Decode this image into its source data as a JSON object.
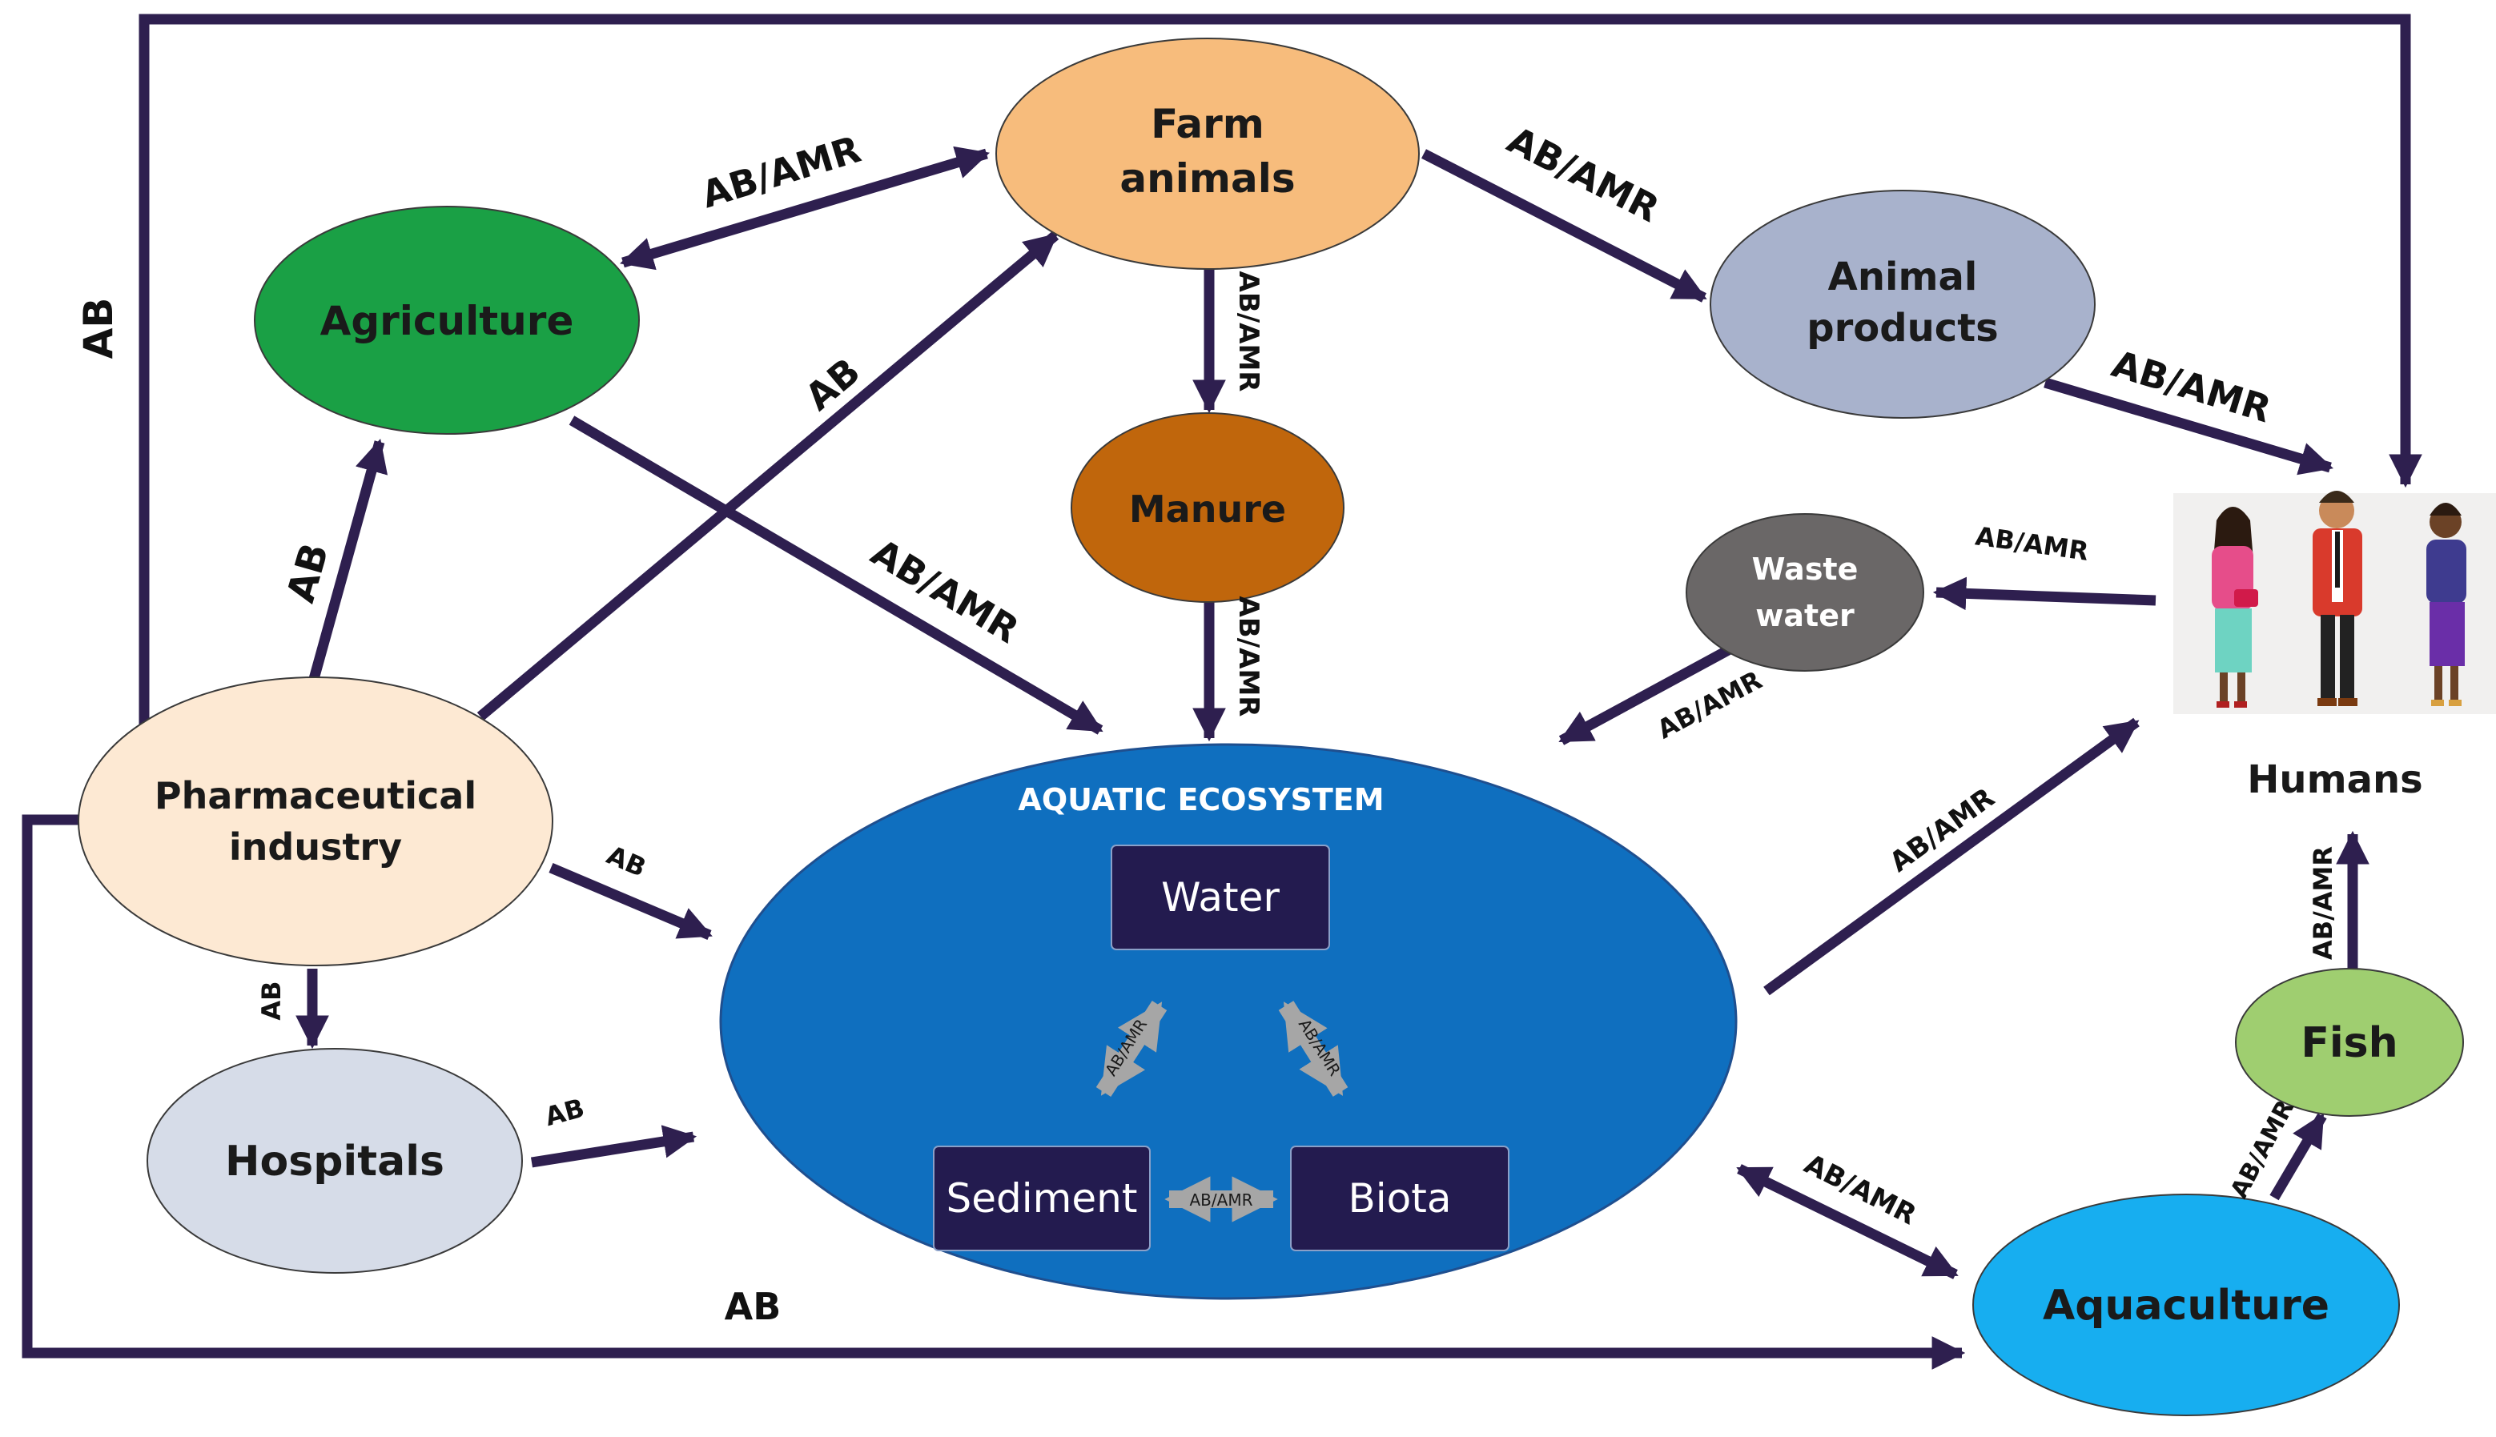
{
  "nodes": {
    "farm_animals": [
      "Farm",
      "animals"
    ],
    "agriculture": "Agriculture",
    "animal_products": [
      "Animal",
      "products"
    ],
    "manure": "Manure",
    "waste_water": [
      "Waste",
      "water"
    ],
    "humans": "Humans",
    "pharmaceutical": [
      "Pharmaceutical",
      "industry"
    ],
    "hospitals": "Hospitals",
    "fish": "Fish",
    "aquaculture": "Aquaculture",
    "aquatic_title": "AQUATIC ECOSYSTEM",
    "water": "Water",
    "sediment": "Sediment",
    "biota": "Biota"
  },
  "edges": {
    "top_loop": "AB",
    "agri_farm": "AB/AMR",
    "farm_products": "AB/AMR",
    "farm_manure": "AB/AMR",
    "manure_aquatic": "AB/AMR",
    "products_humans": "AB/AMR",
    "pharma_agri": "AB",
    "pharma_farm": "AB",
    "agri_aquatic": "AB/AMR",
    "humans_waste": "AB/AMR",
    "waste_aquatic": "AB/AMR",
    "aquatic_humans": "AB/AMR",
    "pharma_aquatic": "AB",
    "pharma_hospitals": "AB",
    "hospitals_aquatic": "AB",
    "bottom_loop": "AB",
    "aquatic_aquaculture": "AB/AMR",
    "aquaculture_fish": "AB/AMR",
    "fish_humans": "AB/AMR",
    "water_sediment": "AB/AMR",
    "water_biota": "AB/AMR",
    "sediment_biota": "AB/AMR"
  },
  "colors": {
    "arrow": "#2e1f4f",
    "farm_animals": "#f7bc7c",
    "agriculture": "#1aa045",
    "animal_products": "#a8b2cc",
    "manure": "#c0660c",
    "waste_water": "#6a6767",
    "pharmaceutical": "#fde9d3",
    "hospitals": "#d6dce8",
    "fish": "#9fce70",
    "aquaculture": "#17aef0",
    "aquatic": "#0f6fbf",
    "inner_box": "#231b4f",
    "inner_arrow": "#a6a6a6"
  },
  "icons": [
    "humans-illustration"
  ]
}
